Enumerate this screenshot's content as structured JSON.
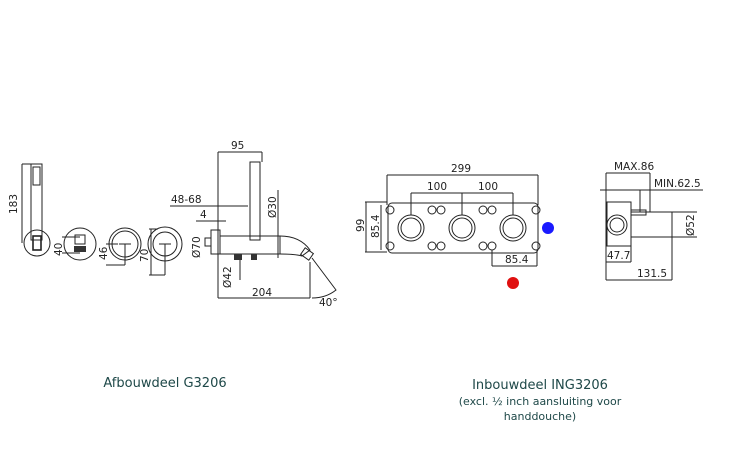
{
  "afbouwdeel": {
    "caption": "Afbouwdeel G3206",
    "dims": {
      "handshower_length": "183",
      "outlet_diameter": "40",
      "valve_small": "46",
      "valve_large": "70",
      "depth": "95",
      "wall_range": "48-68",
      "plate_gap": "4",
      "pipe_diameter": "Ø30",
      "plate_diameter": "Ø70",
      "body_diameter": "Ø42",
      "spout_length": "204",
      "spout_angle": "40°"
    }
  },
  "inbouwdeel": {
    "caption": "Inbouwdeel ING3206",
    "note_line1": "(excl. ½ inch aansluiting voor",
    "note_line2": "handdouche)",
    "dims": {
      "total_width": "299",
      "spacing_1": "100",
      "spacing_2": "100",
      "height": "99",
      "inner_height": "85.4",
      "module_width": "85.4",
      "max_depth": "MAX.86",
      "min_depth": "MIN.62.5",
      "outlet_diameter": "Ø52",
      "box_depth": "47.7",
      "total_depth": "131.5"
    },
    "markers": {
      "cold": "#1a1aff",
      "hot": "#e01010"
    }
  }
}
